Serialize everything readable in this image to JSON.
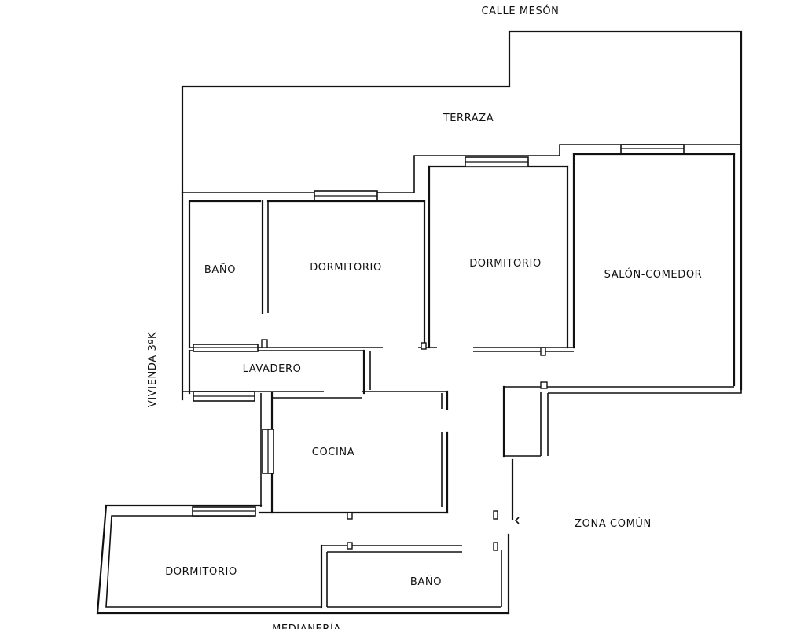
{
  "streets": {
    "top": "CALLE MESÓN",
    "bottom": "MEDIANERÍA",
    "left": "VIVIENDA 3ºK",
    "right_area": "ZONA COMÚN"
  },
  "rooms": {
    "terrace": "TERRAZA",
    "bath_1": "BAÑO",
    "bedroom_1": "DORMITORIO",
    "bedroom_2": "DORMITORIO",
    "living_dining": "SALÓN-COMEDOR",
    "laundry": "LAVADERO",
    "kitchen": "COCINA",
    "bedroom_3": "DORMITORIO",
    "bath_2": "BAÑO"
  },
  "colors": {
    "line": "#111111",
    "background": "#ffffff"
  }
}
